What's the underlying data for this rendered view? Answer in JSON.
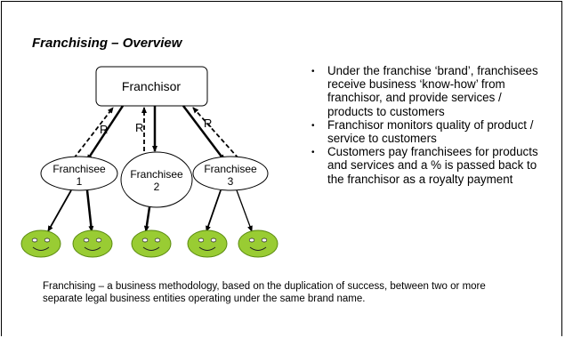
{
  "slide": {
    "title": "Franchising – Overview",
    "footer": "Franchising – a business methodology, based on the duplication of success, between two or more separate legal business entities operating under the same brand name."
  },
  "diagram": {
    "franchisor_label": "Franchisor",
    "royalty_label": "R",
    "franchisees": [
      {
        "label": "Franchisee",
        "number": "1"
      },
      {
        "label": "Franchisee",
        "number": "2"
      },
      {
        "label": "Franchisee",
        "number": "3"
      }
    ],
    "customer_icon": "smiley-face-icon",
    "customer_count": 5,
    "colors": {
      "customer_fill": "#99cc33",
      "customer_stroke": "#5a8a10"
    }
  },
  "bullets": [
    "Under the franchise ‘brand’, franchisees receive business ‘know-how’ from franchisor, and provide services / products to customers",
    "Franchisor monitors quality of product / service to customers",
    "Customers pay franchisees for products and services and a % is passed back to the franchisor as a royalty payment"
  ]
}
